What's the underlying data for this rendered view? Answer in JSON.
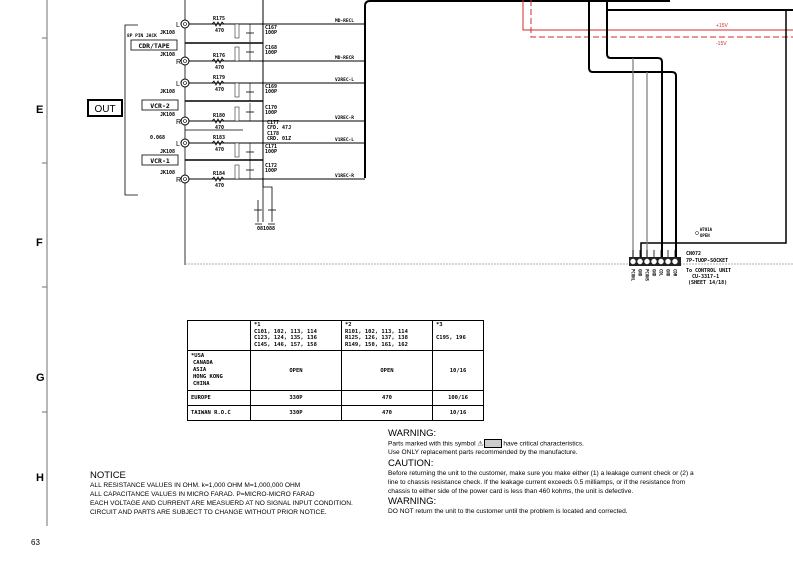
{
  "zones": [
    "E",
    "F",
    "G",
    "H"
  ],
  "page_number": "63",
  "schematic": {
    "out_label": "OUT",
    "groups": [
      "CDR/TAPE",
      "VCR-2",
      "VCR-1"
    ],
    "jack_type": "8P PIN JACK",
    "jack_ref": "JK108",
    "jacks": [
      {
        "side": "L",
        "resistor": "R175",
        "value": "470",
        "cap": "C167",
        "cap_value": "100P",
        "signal": "MD-RECL"
      },
      {
        "side": "R",
        "resistor": "R176",
        "value": "470",
        "cap": "C168",
        "cap_value": "100P",
        "signal": "MD-RECR"
      },
      {
        "side": "L",
        "resistor": "R179",
        "value": "470",
        "cap": "C169",
        "cap_value": "100P",
        "signal": "V2REC-L"
      },
      {
        "side": "R",
        "resistor": "R180",
        "value": "470",
        "cap": "C170",
        "cap_value": "100P",
        "signal": "V2REC-R"
      },
      {
        "side": "L",
        "resistor": "R183",
        "value": "470",
        "cap": "C171",
        "cap_value": "100P",
        "signal": "V1REC-L"
      },
      {
        "side": "R",
        "resistor": "R184",
        "value": "470",
        "cap": "C172",
        "cap_value": "100P",
        "signal": "V1REC-R"
      }
    ],
    "c177": "C177",
    "c177_value": "CFD. 47J",
    "c178": "C178",
    "c178_value": "CRD. 01Z",
    "ground_label": "0.068",
    "ground_ref": "081088",
    "rail_pos": "+15V",
    "rail_neg": "-15V",
    "jumper": "W701A",
    "jumper_state": "OPEN",
    "connector": "CN072",
    "connector_type": "7P-TUOP-SOCKET",
    "connector_dest": "To CONTROL UNIT",
    "connector_unit": "CU-3317-1",
    "connector_sheet": "(SHEET 14/18)",
    "pins": [
      "PCONL",
      "GND",
      "PCONS",
      "GND",
      "CDL",
      "GND",
      "CDR"
    ],
    "colors": {
      "rail": "#d42a2a",
      "wire": "#000000",
      "thin_wire": "#777777"
    }
  },
  "table": {
    "headers": [
      {
        "mark": "",
        "parts": ""
      },
      {
        "mark": "*1",
        "parts": [
          "C101, 102, 113, 114",
          "C123, 124, 135, 136",
          "C145, 146, 157, 158"
        ]
      },
      {
        "mark": "*2",
        "parts": [
          "R101, 102, 113, 114",
          "R125, 126, 137, 138",
          "R149, 150, 161, 162"
        ]
      },
      {
        "mark": "*3",
        "parts": [
          "C195, 196"
        ]
      }
    ],
    "rows": [
      {
        "region": [
          "*USA",
          "CANADA",
          "ASIA",
          "HONG KONG",
          "CHINA"
        ],
        "c1": "OPEN",
        "c2": "OPEN",
        "c3": "10/16"
      },
      {
        "region": [
          "EUROPE"
        ],
        "c1": "330P",
        "c2": "470",
        "c3": "100/16"
      },
      {
        "region": [
          "TAIWAN R.O.C"
        ],
        "c1": "330P",
        "c2": "470",
        "c3": "10/16"
      }
    ]
  },
  "notice": {
    "title": "NOTICE",
    "lines": [
      "ALL RESISTANCE VALUES IN OHM. k=1,000 OHM M=1,000,000 OHM",
      "ALL CAPACITANCE VALUES IN MICRO FARAD. P=MICRO-MICRO FARAD",
      "EACH VOLTAGE AND CURRENT ARE MEASUERD AT NO SIGNAL INPUT CONDITION.",
      "CIRCUIT AND PARTS ARE SUBJECT TO CHANGE WITHOUT PRIOR NOTICE."
    ]
  },
  "warnings": {
    "w1_title": "WARNING:",
    "w1_pre": "Parts marked with this symbol",
    "w1_post": "have critical characteristics.",
    "w1_line2": "Use ONLY replacement parts recommended by the manufacture.",
    "caution_title": "CAUTION:",
    "caution_text": "Before returning the unit to the customer, make sure you make either (1) a leakage current check or (2) a line to chassis resistance check. If the leakage current exceeds 0.5 milliamps, or if the resistance from chassis to either side of the power card is less than 460 kohms, the unit is defective.",
    "w2_title": "WARNING:",
    "w2_text": "DO NOT return the unit to the customer until the problem is located and corrected."
  }
}
